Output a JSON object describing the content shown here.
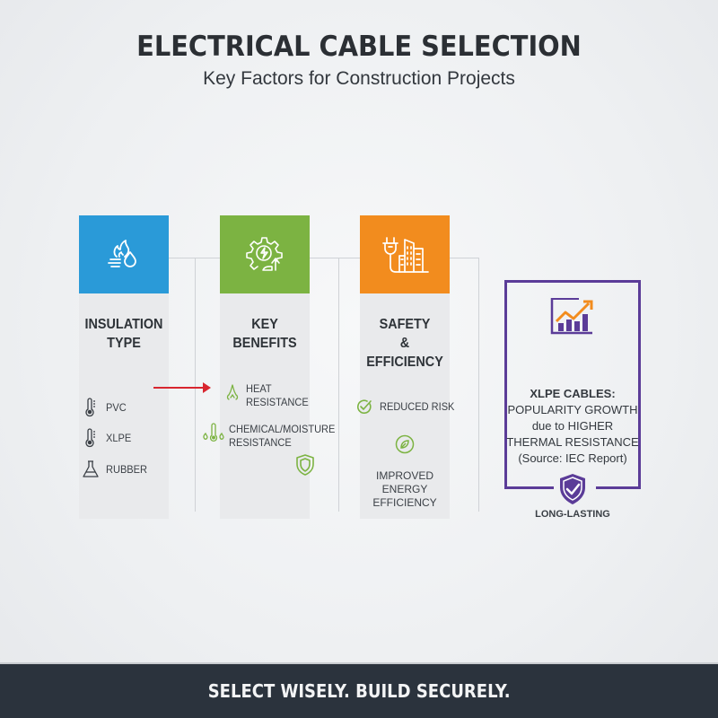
{
  "header": {
    "title": "ELECTRICAL CABLE SELECTION",
    "subtitle": "Key Factors for Construction Projects"
  },
  "colors": {
    "insulation": "#2a9ad8",
    "benefits": "#7cb342",
    "safety": "#f28c1e",
    "callout": "#5b3c98",
    "arrow": "#d8262f",
    "footer_bg": "#2b333d"
  },
  "columns": [
    {
      "title_line1": "INSULATION",
      "title_line2": "TYPE",
      "icon": "fire-water-icon",
      "items": [
        {
          "label": "PVC",
          "icon": "thermometer-icon"
        },
        {
          "label": "XLPE",
          "icon": "thermometer-icon"
        },
        {
          "label": "RUBBER",
          "icon": "flask-icon"
        }
      ]
    },
    {
      "title_line1": "KEY",
      "title_line2": "BENEFITS",
      "icon": "gear-bolt-growth-icon",
      "items": [
        {
          "label_line1": "HEAT",
          "label_line2": "RESISTANCE",
          "icon": "heat-icon"
        },
        {
          "label_line1": "CHEMICAL/MOISTURE",
          "label_line2": "RESISTANCE",
          "icon": "drops-thermometer-icon"
        }
      ],
      "extra_icon": "shield-icon"
    },
    {
      "title_line1": "SAFETY",
      "title_line2": "& EFFICIENCY",
      "icon": "plug-building-icon",
      "items": [
        {
          "label": "REDUCED RISK",
          "icon": "check-circle-icon"
        },
        {
          "label_line1": "IMPROVED ENERGY",
          "label_line2": "EFFICIENCY",
          "icon": "leaf-circle-icon"
        }
      ]
    }
  ],
  "callout": {
    "icon": "growth-chart-icon",
    "line1": "XLPE CABLES:",
    "line2": "POPULARITY GROWTH",
    "line3": "due to HIGHER",
    "line4": "THERMAL RESISTANCE",
    "line5": "(Source: IEC Report)",
    "badge_icon": "shield-check-icon",
    "badge_label": "LONG-LASTING"
  },
  "footer": {
    "tagline": "SELECT WISELY. BUILD SECURELY."
  }
}
